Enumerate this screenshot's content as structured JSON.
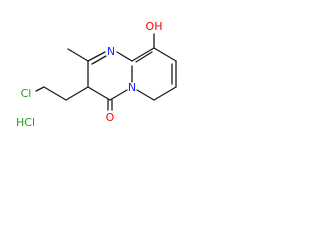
{
  "molecule": {
    "atoms": {
      "hydroxyl": "OH",
      "ring_nitrogen": "N",
      "bridgehead_nitrogen": "N",
      "carbonyl_oxygen": "O",
      "chlorine": "Cl"
    },
    "salt": "HCl"
  },
  "colors": {
    "oxygen": "#ff0000",
    "nitrogen": "#1f22ff",
    "chlorine": "#1fa01f",
    "bond": "#1a1a1a"
  }
}
